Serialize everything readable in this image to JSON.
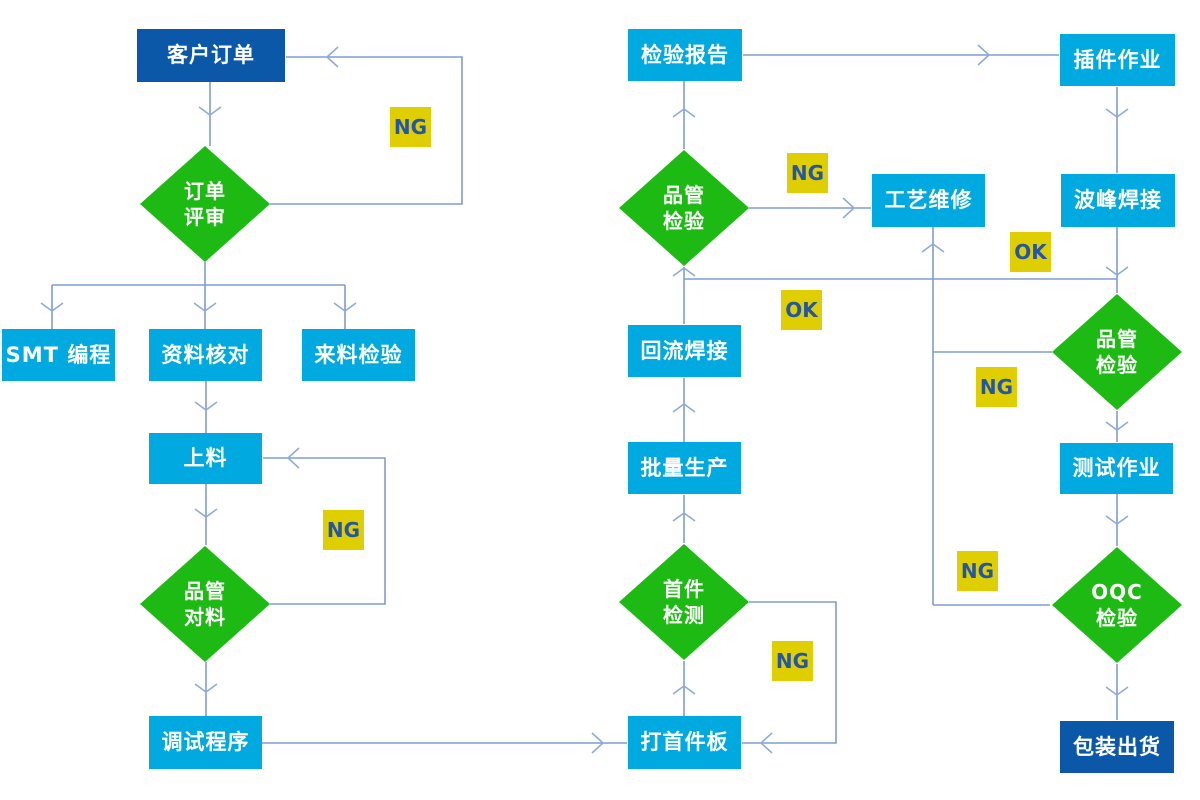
{
  "nodes": {
    "customer_order": {
      "label": "客户订单"
    },
    "order_review": {
      "label": "订单\n评审"
    },
    "smt_programming": {
      "label": "SMT 编程"
    },
    "data_check": {
      "label": "资料核对"
    },
    "incoming_inspection": {
      "label": "来料检验"
    },
    "loading": {
      "label": "上料"
    },
    "qc_material_check": {
      "label": "品管\n对料"
    },
    "debug_program": {
      "label": "调试程序"
    },
    "first_board": {
      "label": "打首件板"
    },
    "first_article_inspection": {
      "label": "首件\n检测"
    },
    "mass_production": {
      "label": "批量生产"
    },
    "reflow_soldering": {
      "label": "回流焊接"
    },
    "qc_inspection_smt": {
      "label": "品管\n检验"
    },
    "process_repair": {
      "label": "工艺维修"
    },
    "inspection_report": {
      "label": "检验报告"
    },
    "dip_insertion": {
      "label": "插件作业"
    },
    "wave_soldering": {
      "label": "波峰焊接"
    },
    "qc_inspection_wave": {
      "label": "品管\n检验"
    },
    "test_operation": {
      "label": "测试作业"
    },
    "oqc_inspection": {
      "label": "OQC\n检验"
    },
    "packing_shipping": {
      "label": "包装出货"
    }
  },
  "edge_labels": {
    "order_review_ng": "NG",
    "qc_material_ng": "NG",
    "first_article_ng": "NG",
    "qc_smt_ng": "NG",
    "ok_left": "OK",
    "ok_right": "OK",
    "qc_wave_ng": "NG",
    "oqc_ng": "NG"
  },
  "colors": {
    "box-cyan": "#00a9e0",
    "box-navy": "#0b58a8",
    "diamond-green": "#1eba14",
    "tag-yellow": "#e0cf00",
    "tag-text-blue": "#2456a6",
    "connector-blue": "#7e9dd0",
    "chevron-blue": "#8faadc",
    "node-text": "#ffffff",
    "background": "#ffffff"
  }
}
